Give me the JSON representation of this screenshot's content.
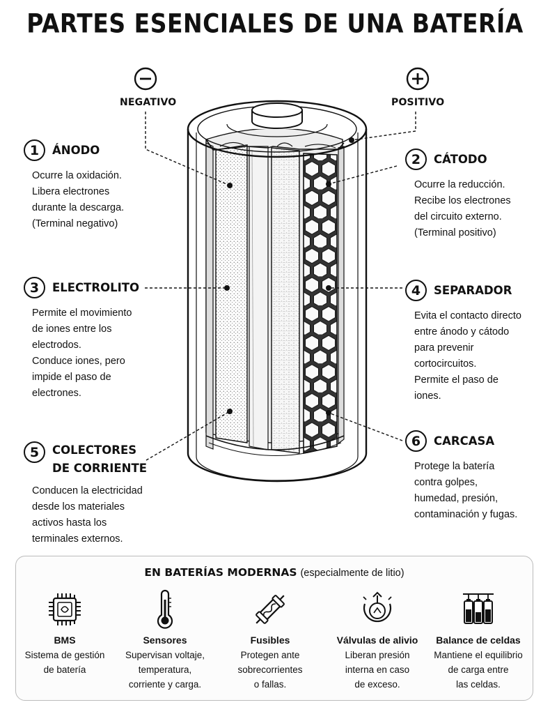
{
  "title": "PARTES ESENCIALES DE UNA BATERÍA",
  "terminals": {
    "negative": {
      "symbol": "−",
      "label": "NEGATIVO"
    },
    "positive": {
      "symbol": "+",
      "label": "POSITIVO"
    }
  },
  "parts": [
    {
      "number": "1",
      "name": "ÁNODO",
      "description": "Ocurre la oxidación.\nLibera electrones\ndurante la descarga.\n(Terminal negativo)"
    },
    {
      "number": "2",
      "name": "CÁTODO",
      "description": "Ocurre la reducción.\nRecibe los electrones\ndel circuito externo.\n(Terminal positivo)"
    },
    {
      "number": "3",
      "name": "ELECTROLITO",
      "description": "Permite el movimiento\nde iones entre los\nelectrodos.\nConduce iones, pero\nimpide el paso de\nelectrones."
    },
    {
      "number": "4",
      "name": "SEPARADOR",
      "description": "Evita el contacto directo\nentre ánodo y cátodo\npara prevenir\ncortocircuitos.\nPermite el paso de\niones."
    },
    {
      "number": "5",
      "name": "COLECTORES\nDE CORRIENTE",
      "description": "Conducen la electricidad\ndesde los materiales\nactivos hasta los\nterminales externos."
    },
    {
      "number": "6",
      "name": "CARCASA",
      "description": "Protege la batería\ncontra golpes,\nhumedad, presión,\ncontaminación y fugas."
    }
  ],
  "modern": {
    "title_bold": "EN BATERÍAS MODERNAS",
    "title_note": "(especialmente de litio)",
    "features": [
      {
        "icon": "chip-icon",
        "name": "BMS",
        "description": "Sistema de gestión\nde batería"
      },
      {
        "icon": "thermometer-icon",
        "name": "Sensores",
        "description": "Supervisan voltaje,\ntemperatura,\ncorriente y carga."
      },
      {
        "icon": "fuse-icon",
        "name": "Fusibles",
        "description": "Protegen ante\nsobrecorrientes\no fallas."
      },
      {
        "icon": "relief-valve-icon",
        "name": "Válvulas de alivio",
        "description": "Liberan presión\ninterna en caso\nde exceso."
      },
      {
        "icon": "cell-balance-icon",
        "name": "Balance de celdas",
        "description": "Mantiene el equilibrio\nde carga entre\nlas celdas."
      }
    ]
  }
}
